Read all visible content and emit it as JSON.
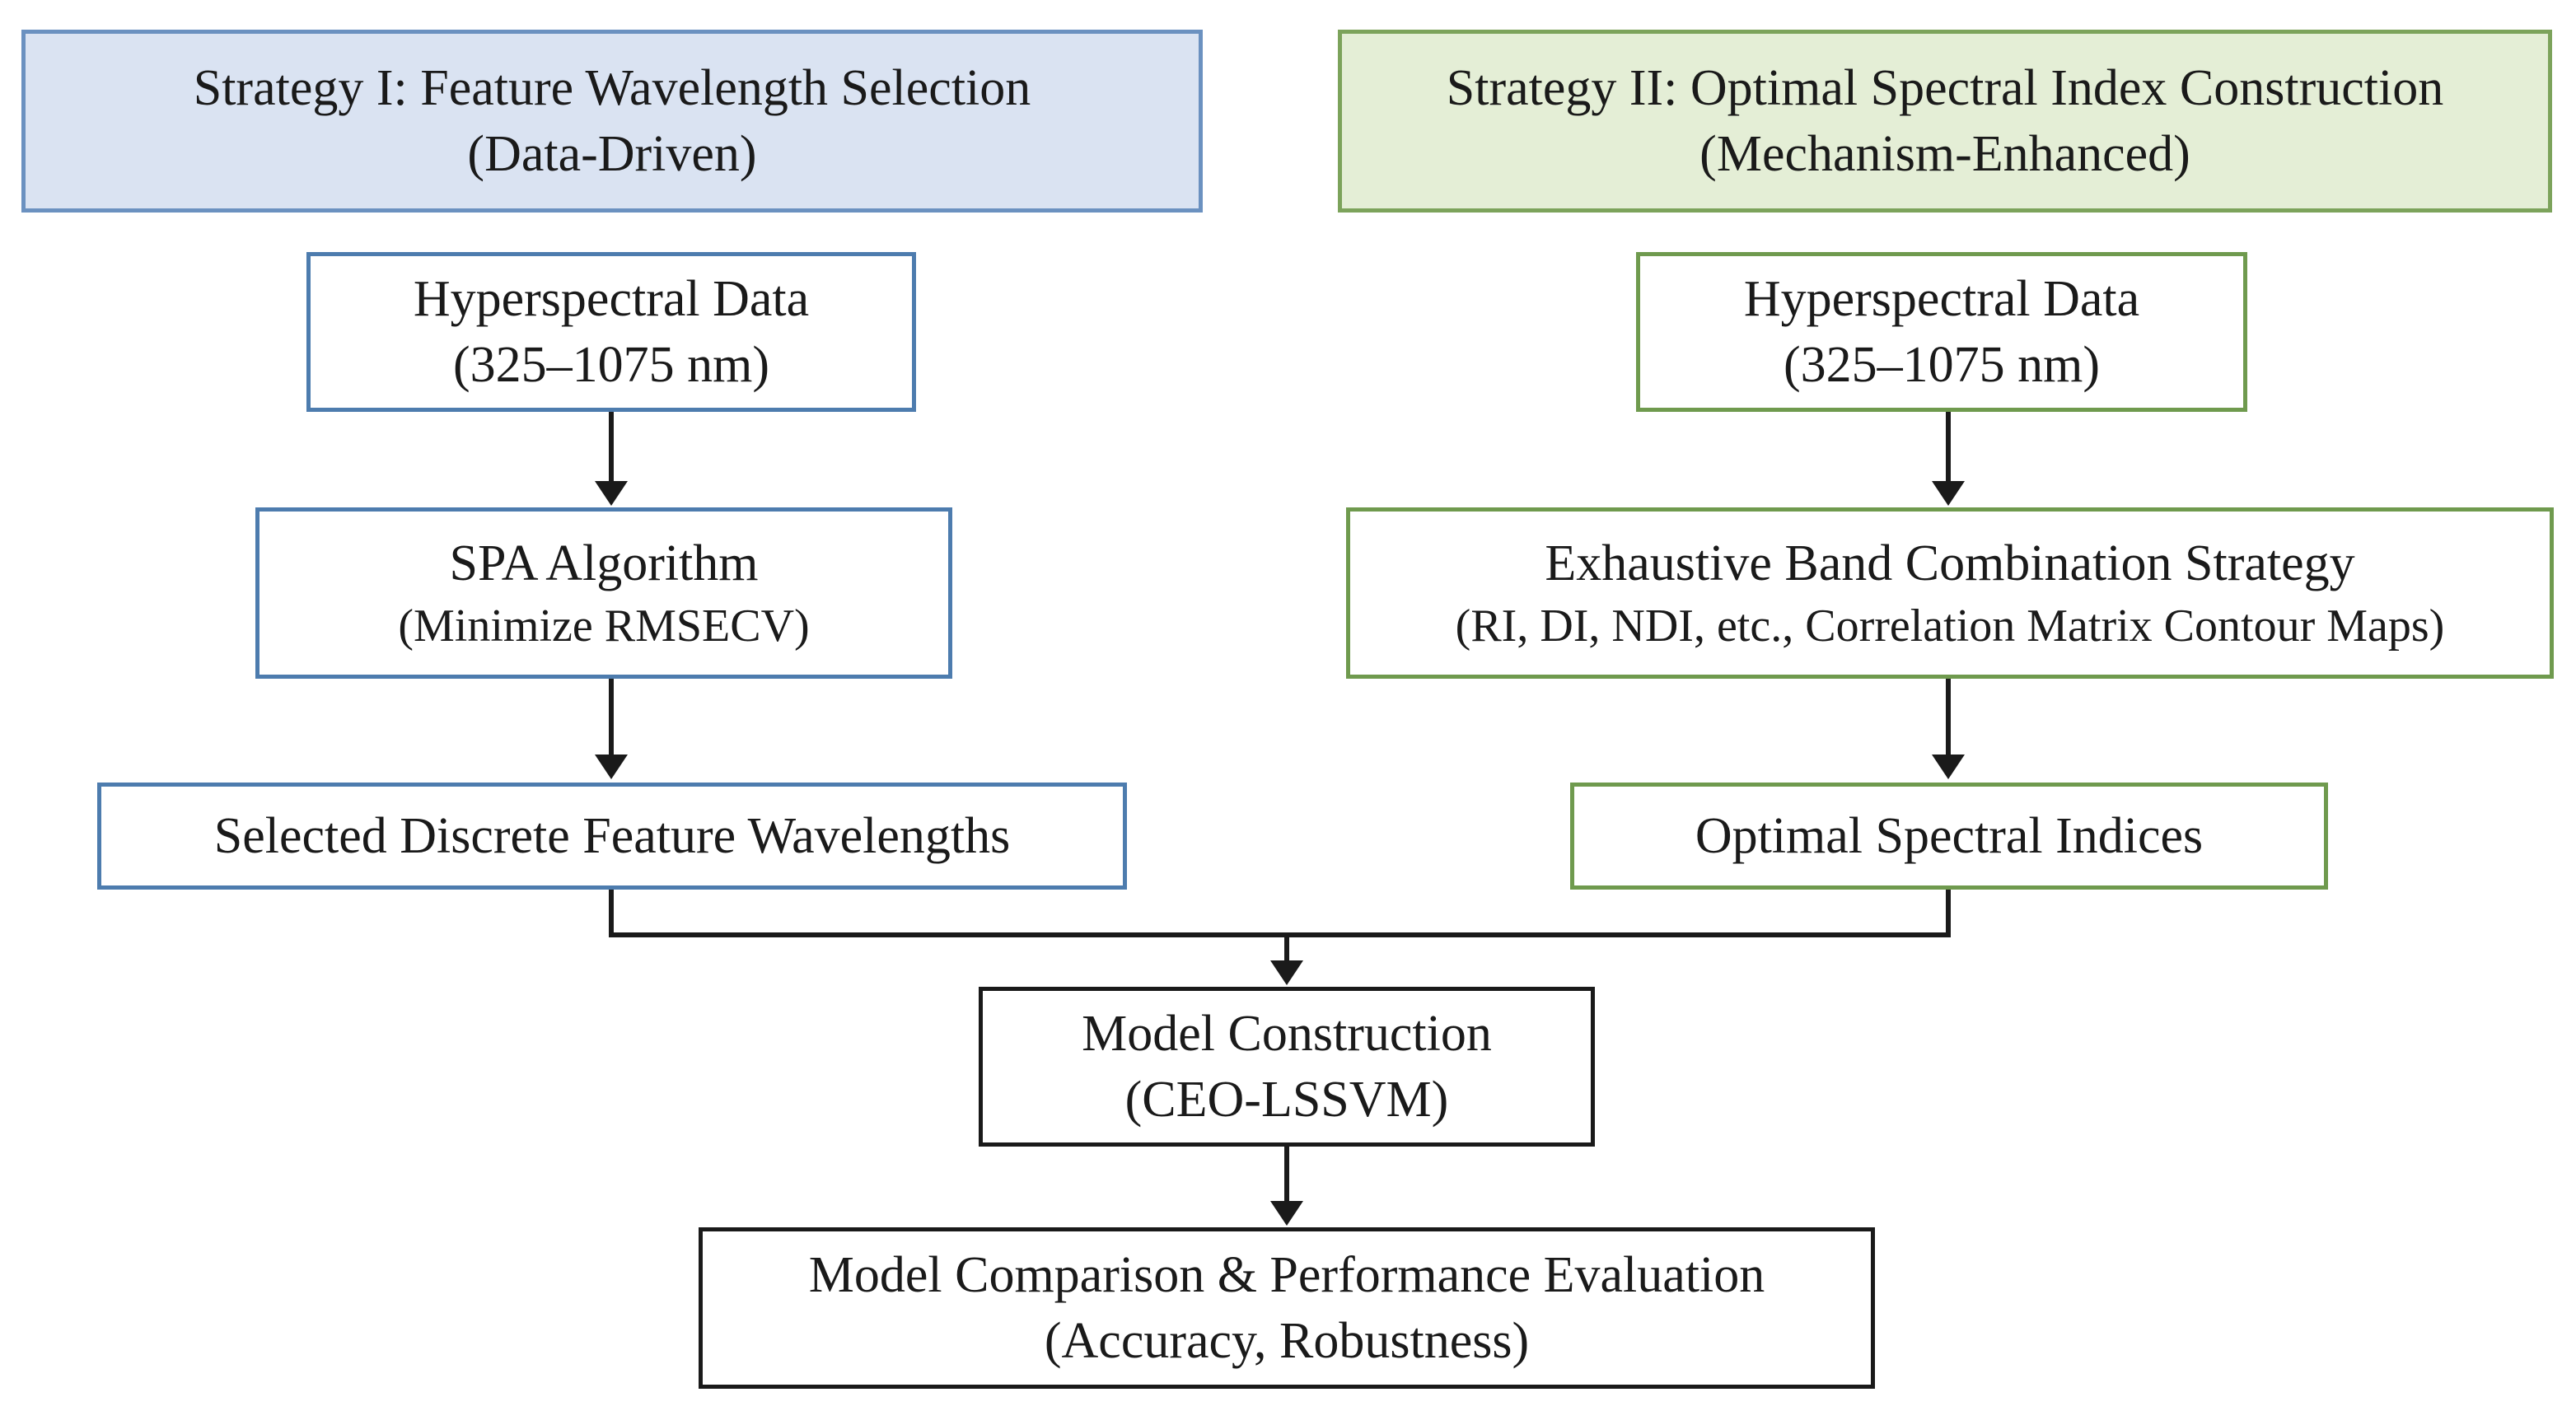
{
  "strategy_1": {
    "title": "Strategy I: Feature Wavelength Selection",
    "subtitle": "(Data-Driven)",
    "steps": [
      {
        "main": "Hyperspectral Data",
        "sub": "(325–1075 nm)"
      },
      {
        "main": "SPA Algorithm",
        "sub": "(Minimize RMSECV)"
      },
      {
        "main": "Selected Discrete Feature Wavelengths",
        "sub": ""
      }
    ]
  },
  "strategy_2": {
    "title": "Strategy II: Optimal Spectral Index Construction",
    "subtitle": "(Mechanism-Enhanced)",
    "steps": [
      {
        "main": "Hyperspectral Data",
        "sub": "(325–1075 nm)"
      },
      {
        "main": "Exhaustive Band Combination Strategy",
        "sub": "(RI, DI, NDI, etc., Correlation Matrix Contour Maps)"
      },
      {
        "main": "Optimal Spectral Indices",
        "sub": ""
      }
    ]
  },
  "model": {
    "main": "Model Construction",
    "sub": "(CEO-LSSVM)"
  },
  "evaluation": {
    "main": "Model Comparison & Performance Evaluation",
    "sub": "(Accuracy, Robustness)"
  },
  "colors": {
    "strategy_1_fill": "#dae3f2",
    "strategy_1_border": "#4d7cae",
    "strategy_2_fill": "#e4eed6",
    "strategy_2_border": "#6f9a4e",
    "arrows": "#1a1a1a"
  }
}
